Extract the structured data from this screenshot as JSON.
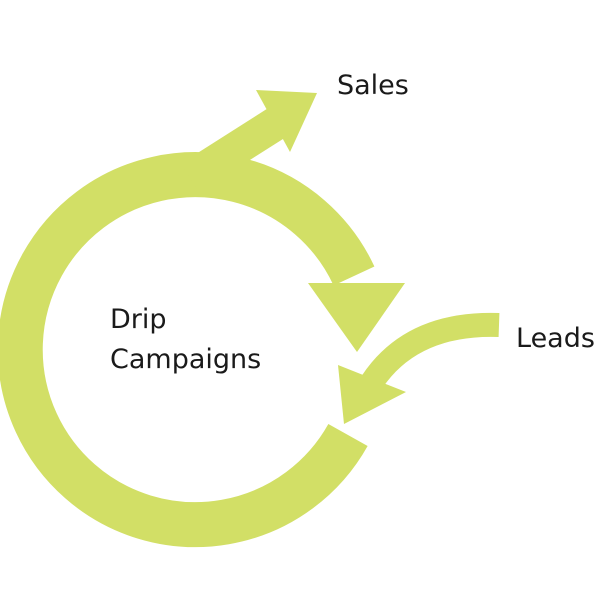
{
  "colors": {
    "arrow": "#d2df66",
    "text": "#1a1a1a"
  },
  "labels": {
    "sales": "Sales",
    "leads": "Leads",
    "center_line1": "Drip",
    "center_line2": "Campaigns"
  }
}
